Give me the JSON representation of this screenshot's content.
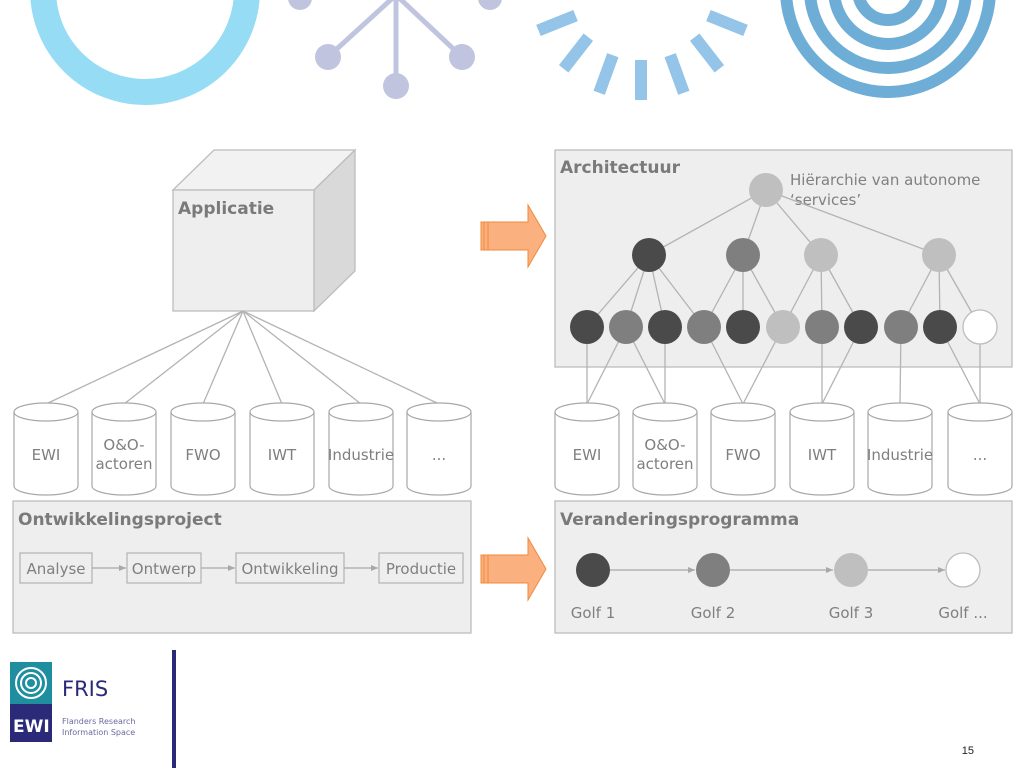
{
  "slide": {
    "page_number": "15"
  },
  "left": {
    "application": {
      "label": "Applicatie"
    },
    "databases": [
      "EWI",
      "O&O-\nactoren",
      "FWO",
      "IWT",
      "Industrie",
      "..."
    ],
    "project": {
      "title": "Ontwikkelingsproject",
      "steps": [
        "Analyse",
        "Ontwerp",
        "Ontwikkeling",
        "Productie"
      ]
    }
  },
  "right": {
    "architecture": {
      "title": "Architectuur",
      "note_line1": "Hiërarchie van autonome",
      "note_line2": "‘services’",
      "root_shade": "light",
      "level1_shades": [
        "dark",
        "mid",
        "light",
        "light"
      ],
      "level2_shades": [
        "dark",
        "mid",
        "dark",
        "mid",
        "dark",
        "light",
        "mid",
        "dark",
        "mid",
        "dark",
        "empty"
      ]
    },
    "databases": [
      "EWI",
      "O&O-\nactoren",
      "FWO",
      "IWT",
      "Industrie",
      "..."
    ],
    "program": {
      "title": "Veranderingsprogramma",
      "waves": [
        {
          "label": "Golf 1",
          "shade": "dark"
        },
        {
          "label": "Golf 2",
          "shade": "mid"
        },
        {
          "label": "Golf 3",
          "shade": "light"
        },
        {
          "label": "Golf ...",
          "shade": "empty"
        }
      ]
    }
  },
  "logo": {
    "name": "FRIS",
    "org": "EWI",
    "tagline_line1": "Flanders Research",
    "tagline_line2": "Information Space"
  },
  "colors": {
    "shade_dark": "#4a4a4a",
    "shade_mid": "#7f7f7f",
    "shade_light": "#bfbfbf",
    "shade_empty": "#ffffff",
    "panel_fill": "#eeeeee",
    "panel_stroke": "#bdbdbd",
    "arrow_fill": "#fbb07f",
    "arrow_stroke": "#f08a3c",
    "deco_ring": "#95dcf4",
    "deco_star": "#c0c4df",
    "deco_rays": "#94c4e7",
    "deco_spiral": "#6eaed6",
    "logo_teal": "#1f8fa0",
    "logo_navy": "#2b2a78"
  }
}
